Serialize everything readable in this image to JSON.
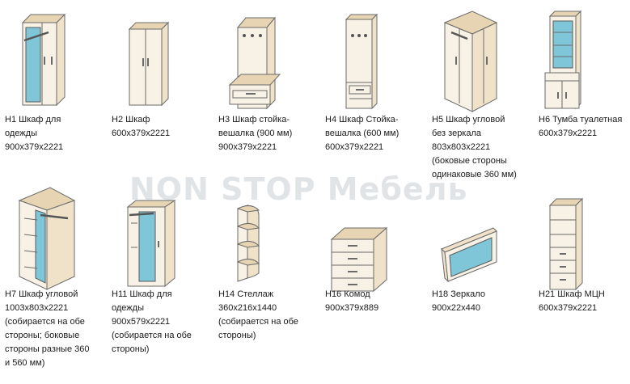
{
  "watermark": "NON STOP Мебель",
  "items": [
    {
      "icon": "wardrobe-mirror-icon",
      "lines": [
        "Н1 Шкаф для",
        "одежды",
        "900х379х2221"
      ]
    },
    {
      "icon": "wardrobe-icon",
      "lines": [
        "Н2 Шкаф",
        "600х379х2221"
      ]
    },
    {
      "icon": "coat-rack-wide-icon",
      "lines": [
        "Н3 Шкаф стойка-",
        "вешалка (900 мм)",
        "900х379х2221"
      ]
    },
    {
      "icon": "coat-rack-narrow-icon",
      "lines": [
        "Н4 Шкаф Стойка-",
        "вешалка (600 мм)",
        "600х379х2221"
      ]
    },
    {
      "icon": "corner-wardrobe-icon",
      "lines": [
        "Н5 Шкаф угловой",
        "без зеркала",
        "803х803х2221",
        "(боковые стороны",
        "одинаковые 360 мм)"
      ]
    },
    {
      "icon": "dressing-cabinet-icon",
      "lines": [
        "Н6 Тумба туалетная",
        "600х379х2221"
      ]
    },
    {
      "icon": "corner-wardrobe-mirror-icon",
      "lines": [
        "Н7 Шкаф угловой",
        "1003х803х2221",
        "(собирается на обе",
        "стороны; боковые",
        "стороны разные 360",
        "и 560 мм)"
      ]
    },
    {
      "icon": "wardrobe-narrow-mirror-icon",
      "lines": [
        "Н11 Шкаф для",
        "одежды",
        "900х579х2221",
        "(собирается на обе",
        "стороны)"
      ]
    },
    {
      "icon": "corner-shelf-icon",
      "lines": [
        "Н14 Стеллаж",
        "360х216х1440",
        "(собирается на обе",
        "стороны)"
      ]
    },
    {
      "icon": "chest-of-drawers-icon",
      "lines": [
        "Н16 Комод",
        "900х379х889"
      ]
    },
    {
      "icon": "wall-mirror-icon",
      "lines": [
        "Н18 Зеркало",
        "900х22х440"
      ]
    },
    {
      "icon": "tall-cabinet-icon",
      "lines": [
        "Н21 Шкаф МЦН",
        "600х379х2221"
      ]
    }
  ]
}
